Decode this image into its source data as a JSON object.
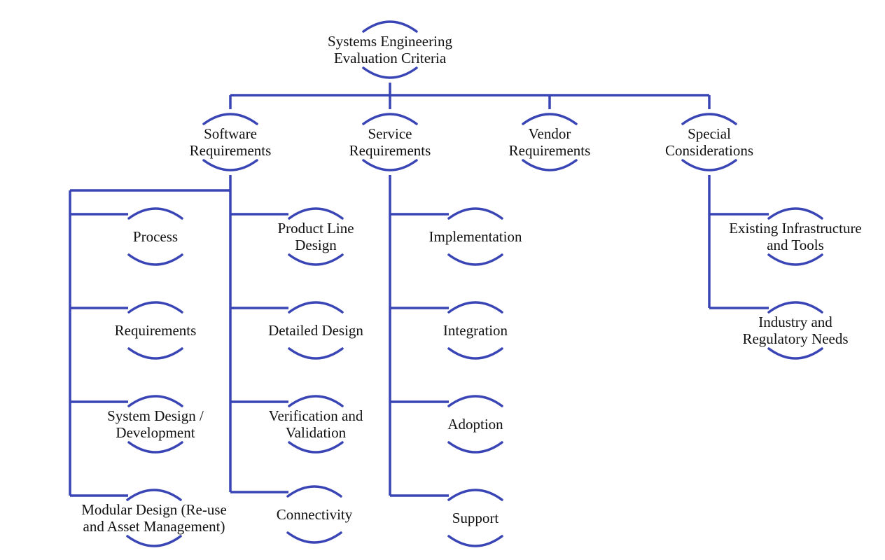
{
  "colors": {
    "line": "#3a45b5",
    "text": "#111111",
    "background": "#ffffff"
  },
  "root": {
    "lines": [
      "Systems Engineering",
      "Evaluation Criteria"
    ]
  },
  "categories": [
    {
      "id": "software",
      "lines": [
        "Software",
        "Requirements"
      ]
    },
    {
      "id": "service",
      "lines": [
        "Service",
        "Requirements"
      ]
    },
    {
      "id": "vendor",
      "lines": [
        "Vendor",
        "Requirements"
      ]
    },
    {
      "id": "special",
      "lines": [
        "Special",
        "Considerations"
      ]
    }
  ],
  "software_outer_items": [
    {
      "lines": [
        "Process"
      ]
    },
    {
      "lines": [
        "Requirements"
      ]
    },
    {
      "lines": [
        "System Design /",
        "Development"
      ]
    },
    {
      "lines": [
        "Modular Design (Re-use",
        "and Asset Management)"
      ]
    }
  ],
  "software_inner_items": [
    {
      "lines": [
        "Product Line",
        "Design"
      ]
    },
    {
      "lines": [
        "Detailed Design"
      ]
    },
    {
      "lines": [
        "Verification and",
        "Validation"
      ]
    },
    {
      "lines": [
        "Connectivity"
      ]
    }
  ],
  "service_items": [
    {
      "lines": [
        "Implementation"
      ]
    },
    {
      "lines": [
        "Integration"
      ]
    },
    {
      "lines": [
        "Adoption"
      ]
    },
    {
      "lines": [
        "Support"
      ]
    }
  ],
  "special_items": [
    {
      "lines": [
        "Existing Infrastructure",
        "and Tools"
      ]
    },
    {
      "lines": [
        "Industry and",
        "Regulatory Needs"
      ]
    }
  ]
}
